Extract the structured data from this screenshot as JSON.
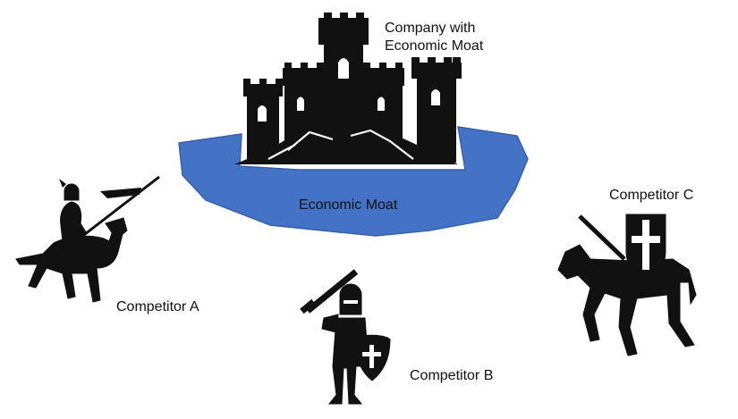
{
  "colors": {
    "moat": "#4472C4",
    "moat_edge": "#3560AE",
    "ink": "#111111",
    "background": "#FFFFFF"
  },
  "labels": {
    "castle": "Company with Economic Moat",
    "moat": "Economic Moat",
    "competitor_a": "Competitor A",
    "competitor_b": "Competitor B",
    "competitor_c": "Competitor C"
  },
  "icons": {
    "castle": "castle-icon",
    "competitor_a": "knight-on-horse-with-lance-icon",
    "competitor_b": "knight-with-sword-and-shield-icon",
    "competitor_c": "knight-on-horse-with-sword-and-shield-icon"
  }
}
